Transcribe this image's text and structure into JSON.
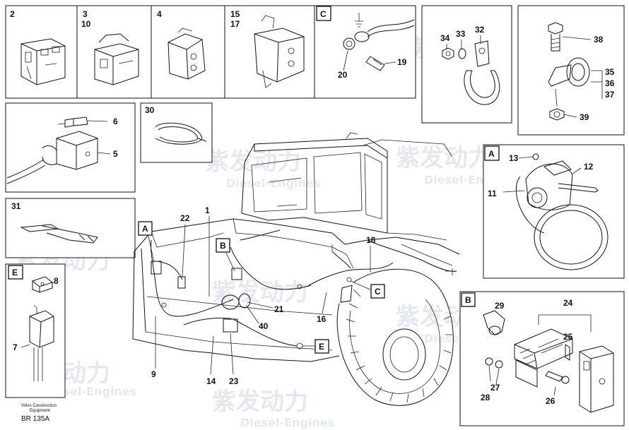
{
  "panels": {
    "p2": "2",
    "p3": "3",
    "p10": "10",
    "p4": "4",
    "p15": "15",
    "p17": "17",
    "pC": "C",
    "p30": "30",
    "p31": "31",
    "pE": "E",
    "pA": "A",
    "pB": "B"
  },
  "callouts": {
    "c19": "19",
    "c20": "20",
    "c34": "34",
    "c33": "33",
    "c32": "32",
    "c38": "38",
    "c35": "35",
    "c36": "36",
    "c37": "37",
    "c39": "39",
    "c6": "6",
    "c5": "5",
    "c13": "13",
    "c12": "12",
    "c11": "11",
    "c8": "8",
    "c7": "7",
    "c29": "29",
    "c24": "24",
    "c25": "25",
    "c27": "27",
    "c28": "28",
    "c26": "26",
    "c22": "22",
    "c1": "1",
    "c18": "18",
    "c21": "21",
    "c16": "16",
    "c40": "40",
    "c9": "9",
    "c14": "14",
    "c23": "23"
  },
  "main_letters": {
    "A": "A",
    "B": "B",
    "C": "C",
    "E": "E"
  },
  "footer": {
    "line1": "Volvo Construction",
    "line2": "Equipment",
    "code": "BR 135A"
  },
  "watermark": {
    "text_cn": "紫发动力",
    "text_en": "Diesel-Engines",
    "color": "#cfd8e6"
  }
}
